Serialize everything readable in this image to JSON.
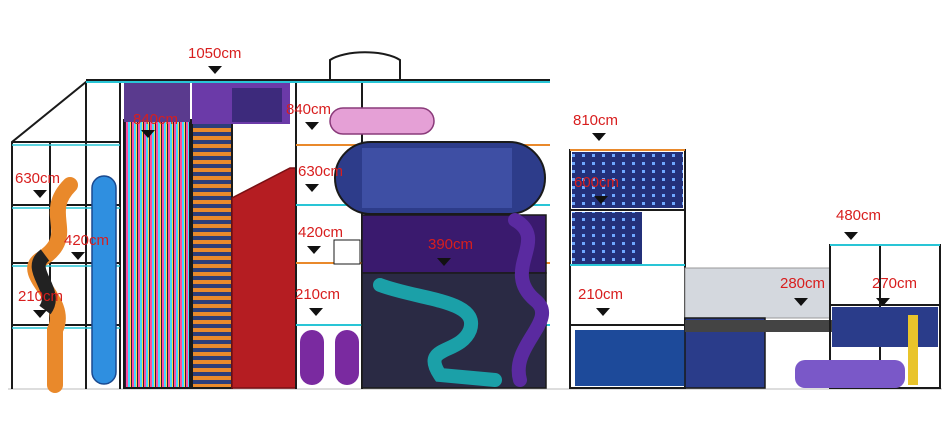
{
  "diagram": {
    "colors": {
      "frame": "#1a1a1a",
      "cyan": "#29c5d6",
      "orange": "#e9892b",
      "red_ramp": "#b51d22",
      "purple": "#3a1a6e",
      "navy": "#1d2a66",
      "label": "#d81e1e"
    },
    "height_labels": [
      {
        "id": "h-1050",
        "text": "1050cm"
      },
      {
        "id": "h-840-a",
        "text": "840cm"
      },
      {
        "id": "h-840-b",
        "text": "840cm"
      },
      {
        "id": "h-630-a",
        "text": "630cm"
      },
      {
        "id": "h-630-b",
        "text": "630cm"
      },
      {
        "id": "h-420-a",
        "text": "420cm"
      },
      {
        "id": "h-420-b",
        "text": "420cm"
      },
      {
        "id": "h-390",
        "text": "390cm"
      },
      {
        "id": "h-210-a",
        "text": "210cm"
      },
      {
        "id": "h-210-b",
        "text": "210cm"
      },
      {
        "id": "h-210-c",
        "text": "210cm"
      },
      {
        "id": "h-810",
        "text": "810cm"
      },
      {
        "id": "h-600",
        "text": "600cm"
      },
      {
        "id": "h-480",
        "text": "480cm"
      },
      {
        "id": "h-280",
        "text": "280cm"
      },
      {
        "id": "h-270",
        "text": "270cm"
      }
    ]
  }
}
